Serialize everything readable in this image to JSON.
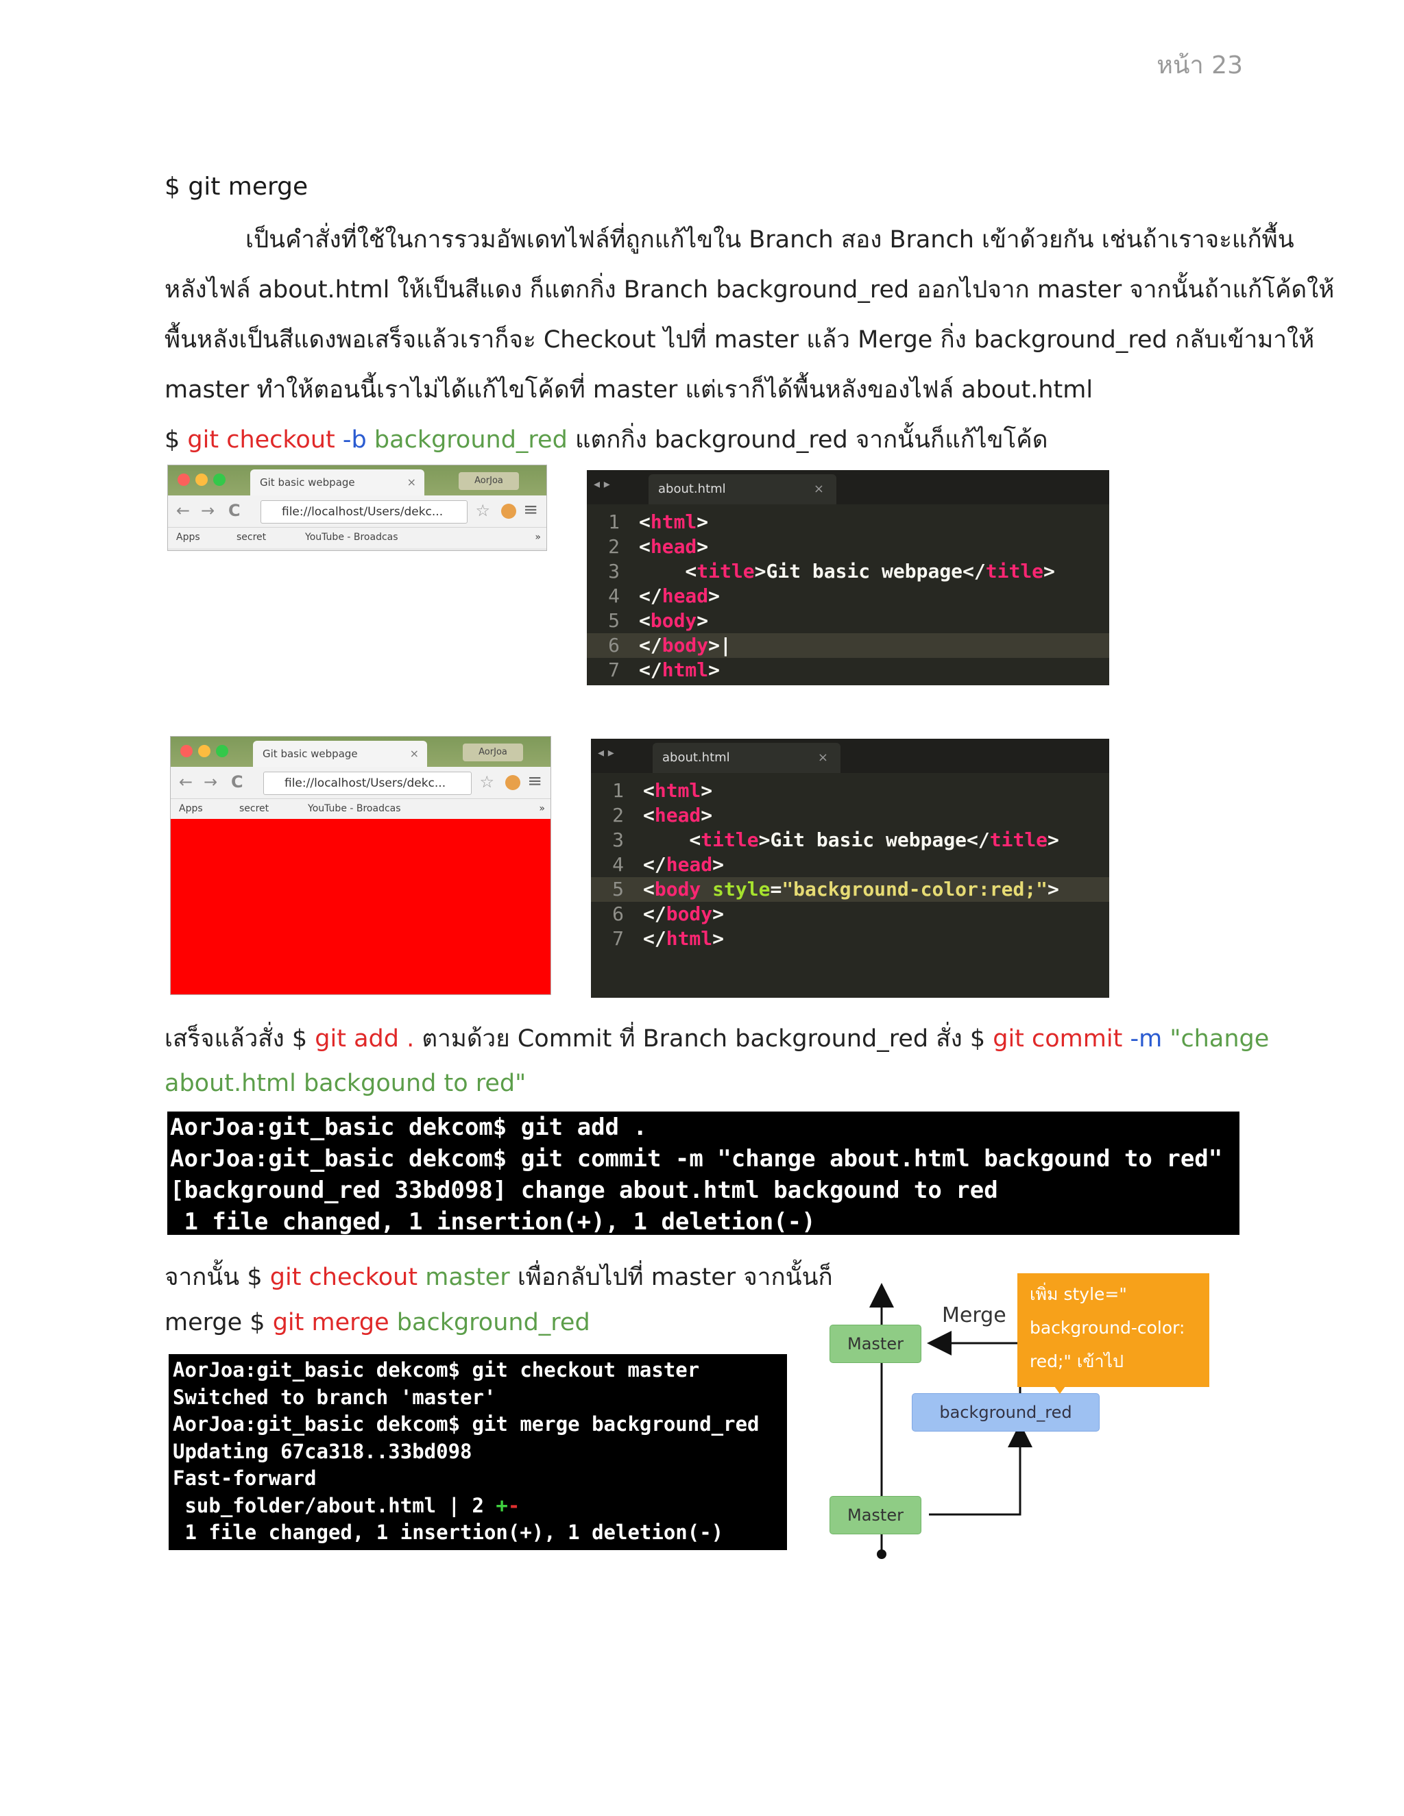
{
  "page_number": "หน้า 23",
  "heading": "$ git merge",
  "intro_lines": [
    "เป็นคำสั่งที่ใช้ในการรวมอัพเดทไฟล์ที่ถูกแก้ไขใน Branch สอง Branch เข้าด้วยกัน เช่นถ้าเราจะแก้พื้น",
    "หลังไฟล์ about.html ให้เป็นสีแดง ก็แตกกิ่ง Branch background_red ออกไปจาก master จากนั้นถ้าแก้โค้ดให้",
    "พื้นหลังเป็นสีแดงพอเสร็จแล้วเราก็จะ Checkout ไปที่ master แล้ว Merge กิ่ง background_red กลับเข้ามาให้",
    "master ทำให้ตอนนี้เราไม่ได้แก้ไขโค้ดที่ master แต่เราก็ได้พื้นหลังของไฟล์ about.html"
  ],
  "checkout_line": {
    "dollar": "$",
    "cmd": "git checkout",
    "flag": "-b",
    "branch": "background_red",
    "text": "แตกกิ่ง background_red จากนั้นก็แก้ไขโค้ด"
  },
  "browser": {
    "tab_title": "Git basic webpage",
    "tab_close": "×",
    "profile": "AorJoa",
    "back": "←",
    "forward": "→",
    "reload": "C",
    "url": "file://localhost/Users/dekc...",
    "star": "☆",
    "menu": "≡",
    "bookmarks": [
      "Apps",
      "secret",
      "YouTube - Broadcas"
    ],
    "more": "»",
    "red_bg": "#ff0000"
  },
  "editor": {
    "arrows": "◂ ▸",
    "filename": "about.html",
    "close": "×",
    "before": [
      {
        "n": "1",
        "parts": [
          [
            "t",
            "<"
          ],
          [
            "g",
            "html"
          ],
          [
            "t",
            ">"
          ]
        ]
      },
      {
        "n": "2",
        "parts": [
          [
            "t",
            "<"
          ],
          [
            "g",
            "head"
          ],
          [
            "t",
            ">"
          ]
        ]
      },
      {
        "n": "3",
        "parts": [
          [
            "t",
            "    <"
          ],
          [
            "g",
            "title"
          ],
          [
            "t",
            ">Git basic webpage</"
          ],
          [
            "g",
            "title"
          ],
          [
            "t",
            ">"
          ]
        ]
      },
      {
        "n": "4",
        "parts": [
          [
            "t",
            "</"
          ],
          [
            "g",
            "head"
          ],
          [
            "t",
            ">"
          ]
        ]
      },
      {
        "n": "5",
        "parts": [
          [
            "t",
            "<"
          ],
          [
            "g",
            "body"
          ],
          [
            "t",
            ">"
          ]
        ]
      },
      {
        "n": "6",
        "parts": [
          [
            "t",
            "</"
          ],
          [
            "g",
            "body"
          ],
          [
            "t",
            ">|"
          ]
        ]
      },
      {
        "n": "7",
        "parts": [
          [
            "t",
            "</"
          ],
          [
            "g",
            "html"
          ],
          [
            "t",
            ">"
          ]
        ]
      }
    ],
    "after": [
      {
        "n": "1",
        "parts": [
          [
            "t",
            "<"
          ],
          [
            "g",
            "html"
          ],
          [
            "t",
            ">"
          ]
        ]
      },
      {
        "n": "2",
        "parts": [
          [
            "t",
            "<"
          ],
          [
            "g",
            "head"
          ],
          [
            "t",
            ">"
          ]
        ]
      },
      {
        "n": "3",
        "parts": [
          [
            "t",
            "    <"
          ],
          [
            "g",
            "title"
          ],
          [
            "t",
            ">Git basic webpage</"
          ],
          [
            "g",
            "title"
          ],
          [
            "t",
            ">"
          ]
        ]
      },
      {
        "n": "4",
        "parts": [
          [
            "t",
            "</"
          ],
          [
            "g",
            "head"
          ],
          [
            "t",
            ">"
          ]
        ]
      },
      {
        "n": "5",
        "parts": [
          [
            "t",
            "<"
          ],
          [
            "g",
            "body"
          ],
          [
            "t",
            " "
          ],
          [
            "a",
            "style"
          ],
          [
            "t",
            "="
          ],
          [
            "s",
            "\"background-color:red;\""
          ],
          [
            "t",
            ">"
          ]
        ]
      },
      {
        "n": "6",
        "parts": [
          [
            "t",
            "</"
          ],
          [
            "g",
            "body"
          ],
          [
            "t",
            ">"
          ]
        ]
      },
      {
        "n": "7",
        "parts": [
          [
            "t",
            "</"
          ],
          [
            "g",
            "html"
          ],
          [
            "t",
            ">"
          ]
        ]
      }
    ]
  },
  "add_commit_line1": {
    "t1": "เสร็จแล้วสั่ง $",
    "cmd1": "git add",
    "dot": ".",
    "t2": "ตามด้วย Commit ที่ Branch background_red สั่ง $",
    "cmd2": "git commit",
    "flag": "-m",
    "msg1": "\"change"
  },
  "add_commit_line2": "about.html backgound to red\"",
  "terminal1": [
    "AorJoa:git_basic dekcom$ git add .",
    "AorJoa:git_basic dekcom$ git commit -m \"change about.html backgound to red\"",
    "[background_red 33bd098] change about.html backgound to red",
    " 1 file changed, 1 insertion(+), 1 deletion(-)"
  ],
  "checkout_master_line": {
    "t1": "จากนั้น $",
    "cmd": "git checkout",
    "branch": "master",
    "t2": "เพื่อกลับไปที่ master จากนั้นก็"
  },
  "merge_line": {
    "t1": "merge $",
    "cmd": "git merge",
    "branch": "background_red"
  },
  "terminal2": [
    "AorJoa:git_basic dekcom$ git checkout master",
    "Switched to branch 'master'",
    "AorJoa:git_basic dekcom$ git merge background_red",
    "Updating 67ca318..33bd098",
    "Fast-forward",
    " sub_folder/about.html | 2 ",
    " 1 file changed, 1 insertion(+), 1 deletion(-)"
  ],
  "terminal2_plus": "+",
  "terminal2_minus": "-",
  "diagram": {
    "merge_label": "Merge",
    "master_top": "Master",
    "master_bottom": "Master",
    "branch": "background_red",
    "note_lines": [
      "เพิ่ม style=\"",
      "background-color:",
      "red;\" เข้าไป"
    ]
  }
}
